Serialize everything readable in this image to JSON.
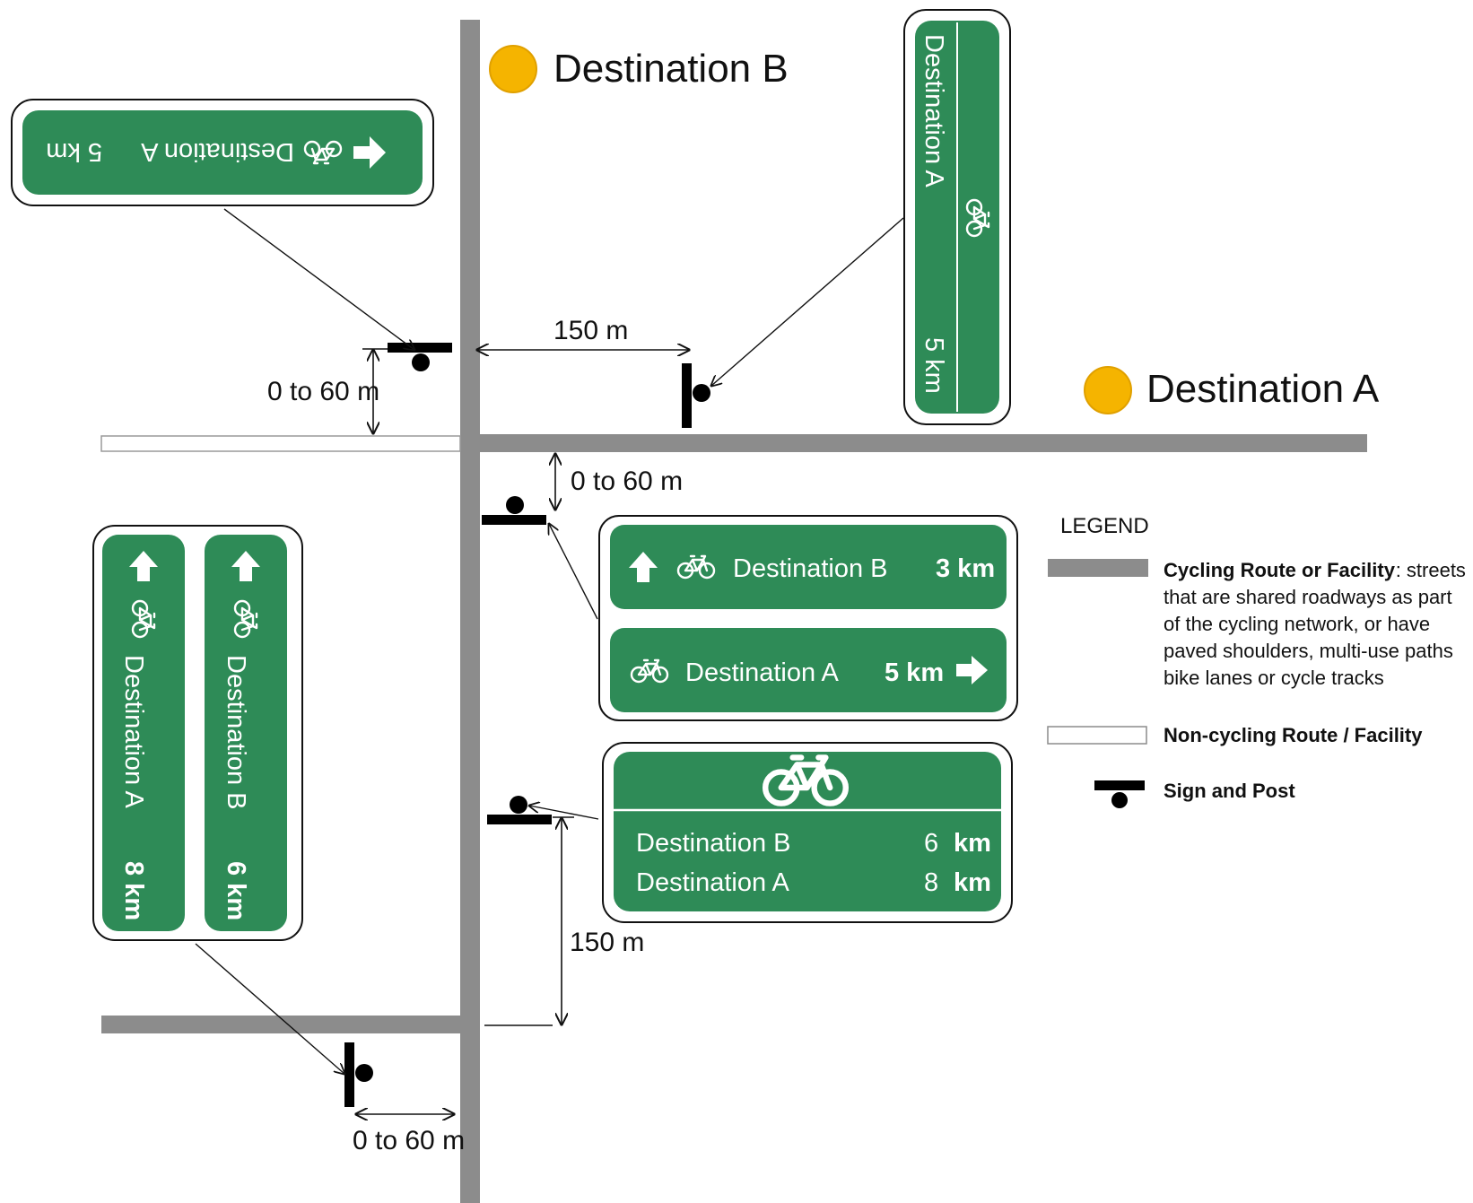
{
  "destinations": {
    "b_label": "Destination B",
    "a_label": "Destination A",
    "marker_color": "#F5B400"
  },
  "dimensions": {
    "dist_150_top": "150 m",
    "dist_0_60_left": "0 to 60 m",
    "dist_0_60_mid": "0 to 60 m",
    "dist_150_bottom": "150 m",
    "dist_0_60_bottom": "0 to 60 m"
  },
  "signs": {
    "top_left": {
      "destination": "Destination A",
      "distance": "5 km",
      "orientation": "upside-down"
    },
    "top_right": {
      "destination": "Destination A",
      "distance": "5 km",
      "orientation": "rotated"
    },
    "middle_two_panel": {
      "row1": {
        "destination": "Destination B",
        "distance": "3 km"
      },
      "row2": {
        "destination": "Destination A",
        "distance": "5 km"
      }
    },
    "middle_table": {
      "rows": [
        {
          "destination": "Destination B",
          "value": "6",
          "unit": "km"
        },
        {
          "destination": "Destination A",
          "value": "8",
          "unit": "km"
        }
      ]
    },
    "bottom_left": {
      "panel1": {
        "destination": "Destination A",
        "distance": "8 km"
      },
      "panel2": {
        "destination": "Destination B",
        "distance": "6 km"
      }
    }
  },
  "legend": {
    "title": "LEGEND",
    "cycling_bold": "Cycling Route or Facility",
    "cycling_lines": [
      ": streets",
      "that are shared roadways as part",
      "of the cycling network, or have",
      "paved shoulders, multi-use paths",
      "bike lanes or cycle tracks"
    ],
    "noncycling": "Non-cycling Route / Facility",
    "sign_post": "Sign and Post"
  },
  "colors": {
    "sign_green": "#2E8B57",
    "cycling_road": "#8C8C8C",
    "post": "#000000"
  }
}
